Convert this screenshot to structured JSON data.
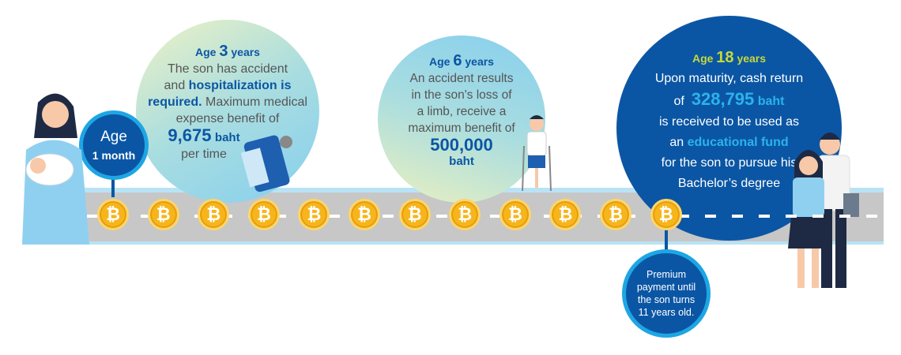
{
  "milestone_start": {
    "age_label": "Age",
    "age_value": "1 month"
  },
  "age3": {
    "age_word": "Age",
    "age_num": "3",
    "age_unit": "years",
    "line1": "The son has accident",
    "line2_a": "and",
    "line2_b": "hospitalization is",
    "line3_a": "required.",
    "line3_b": "Maximum medical",
    "line4": "expense benefit of",
    "amount": "9,675",
    "amount_unit": "baht",
    "line5": "per time"
  },
  "age6": {
    "age_word": "Age",
    "age_num": "6",
    "age_unit": "years",
    "line1": "An accident results",
    "line2": "in the son's loss of",
    "line3": "a limb, receive a",
    "line4": "maximum benefit of",
    "amount": "500,000",
    "amount_unit": "baht"
  },
  "age18": {
    "age_word": "Age",
    "age_num": "18",
    "age_unit": "years",
    "line1": "Upon maturity, cash return",
    "line2_a": "of",
    "amount": "328,795",
    "amount_unit": "baht",
    "line3": "is received to be used as",
    "line4_a": "an",
    "line4_b": "educational fund",
    "line5": "for the son to pursue his",
    "line6": "Bachelor’s degree"
  },
  "premium": {
    "line1": "Premium",
    "line2": "payment until",
    "line3": "the son turns",
    "line4": "11 years old."
  },
  "coin_symbol": "₿",
  "coin_count": 12
}
